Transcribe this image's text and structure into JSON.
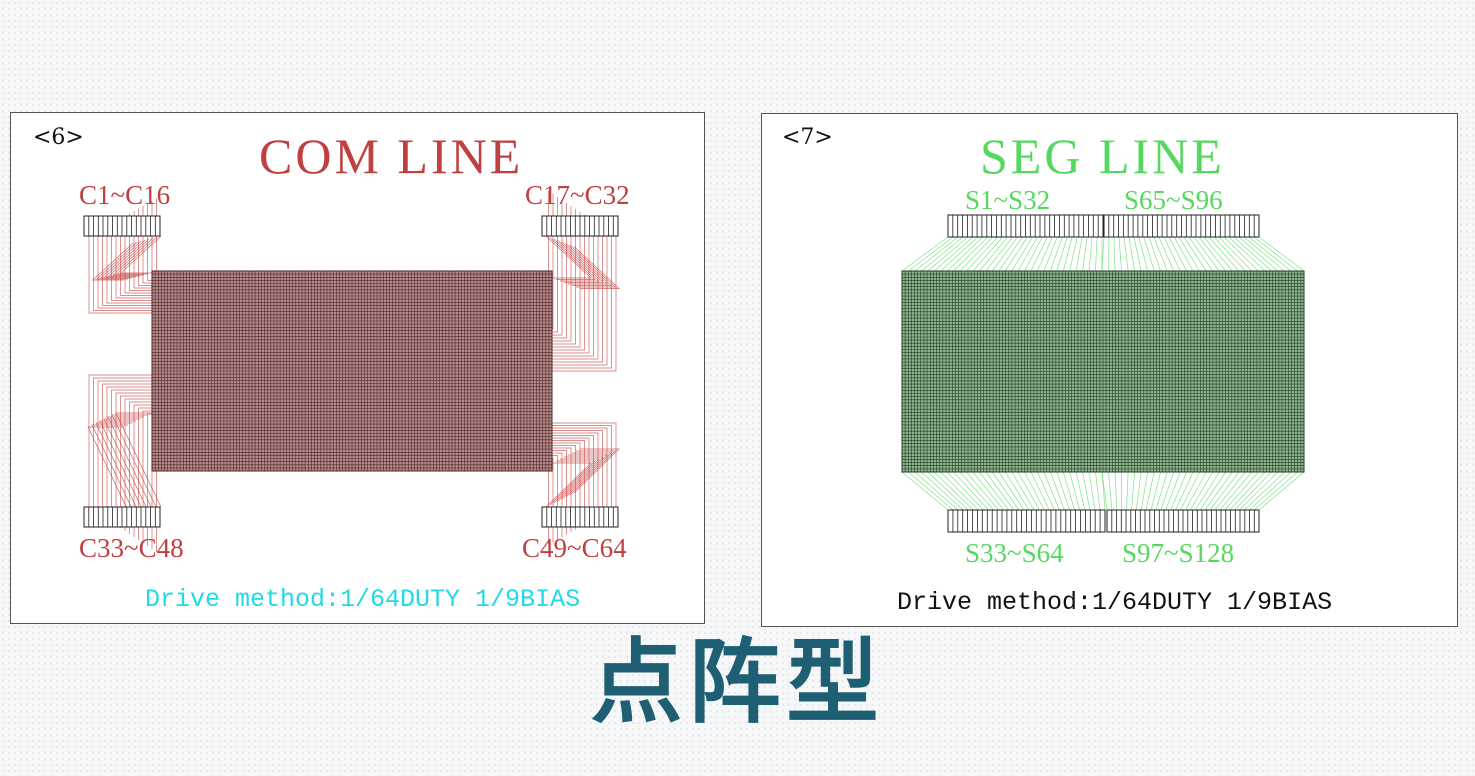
{
  "panels": [
    {
      "number": "<6>",
      "title": "COM  LINE",
      "color": "#c0403f",
      "labels": {
        "top_left": "C1~C16",
        "top_right": "C17~C32",
        "bottom_left": "C33~C48",
        "bottom_right": "C49~C64"
      },
      "drive_method": "Drive method:1/64DUTY 1/9BIAS",
      "drive_color": "#22d9e6"
    },
    {
      "number": "<7>",
      "title": "SEG  LINE",
      "color": "#56d85f",
      "labels": {
        "top_left": "S1~S32",
        "top_right": "S65~S96",
        "bottom_left": "S33~S64",
        "bottom_right": "S97~S128"
      },
      "drive_method": "Drive method:1/64DUTY 1/9BIAS",
      "drive_color": "#111111"
    }
  ],
  "caption": "点阵型",
  "caption_color": "#1f5f73"
}
